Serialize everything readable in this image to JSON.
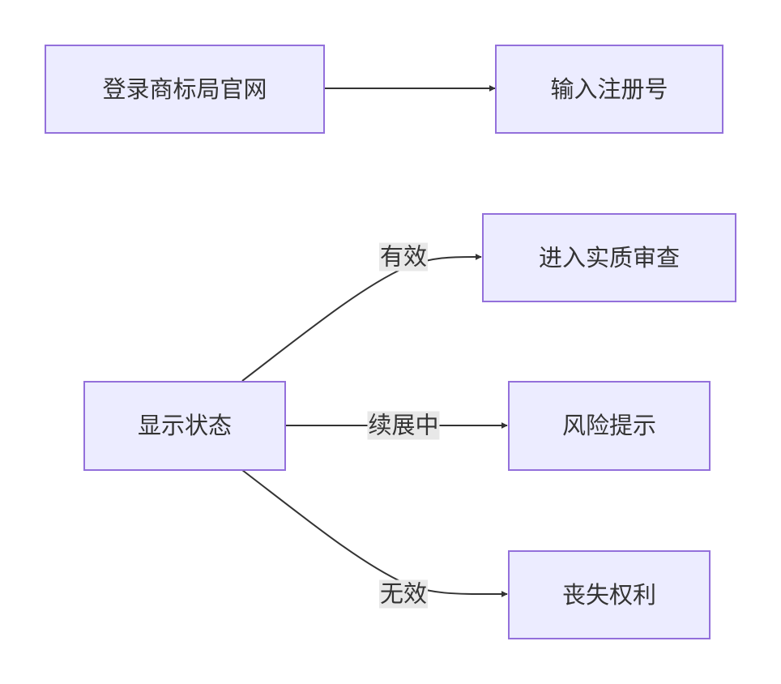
{
  "nodes": {
    "login": "登录商标局官网",
    "enter_reg_no": "输入注册号",
    "show_status": "显示状态",
    "substantive_review": "进入实质审查",
    "risk_alert": "风险提示",
    "loss_of_rights": "丧失权利"
  },
  "edges": {
    "valid": "有效",
    "renewing": "续展中",
    "invalid": "无效"
  },
  "colors": {
    "node_fill": "#ECECFF",
    "node_border": "#9370DB",
    "edge_line": "#333333",
    "edge_label_bg": "#E8E8E8",
    "text": "#333333"
  }
}
